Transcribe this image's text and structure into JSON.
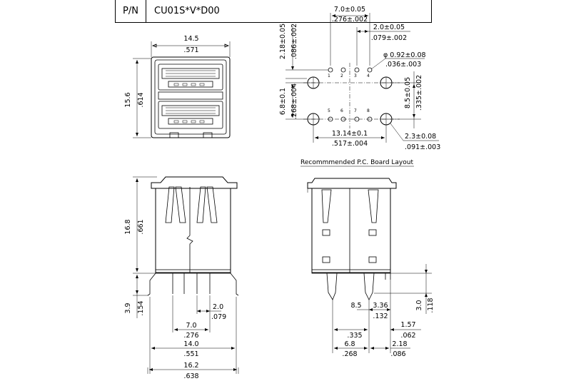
{
  "title_block": {
    "pn_label": "P/N",
    "pn_value": "CU01S*V*D00"
  },
  "front_view": {
    "width_mm": "14.5",
    "width_in": ".571",
    "height_mm": "15.6",
    "height_in": ".614"
  },
  "pcb_layout": {
    "pitch_total_mm": "7.0±0.05",
    "pitch_total_in": ".276±.002",
    "pin_pitch_mm": "2.0±0.05",
    "pin_pitch_in": ".079±.002",
    "row_offset_mm": "2.18±0.05",
    "row_offset_in": ".086±.002",
    "pin_hole_mm": "φ 0.92±0.08",
    "pin_hole_in": ".036±.003",
    "row_spacing_mm": "6.8±0.1",
    "row_spacing_in": ".268±.004",
    "shell_spacing_mm": "8.5±0.05",
    "shell_spacing_in": ".335±.002",
    "shell_pitch_mm": "13.14±0.1",
    "shell_pitch_in": ".517±.004",
    "shell_hole_mm": "2.3±0.08",
    "shell_hole_in": ".091±.003",
    "pins": [
      "1",
      "2",
      "3",
      "4",
      "5",
      "6",
      "7",
      "8"
    ],
    "caption": "Recommmended P.C. Board Layout"
  },
  "side_view": {
    "height_mm": "16.8",
    "height_in": ".661",
    "tail_mm": "3.9",
    "tail_in": ".154",
    "pin_pitch_mm": "2.0",
    "pin_pitch_in": ".079",
    "pin_span_mm": "7.0",
    "pin_span_in": ".276",
    "leg_span_mm": "14.0",
    "leg_span_in": ".551",
    "body_width_mm": "16.2",
    "body_width_in": ".638"
  },
  "end_view": {
    "offset_a_mm": "3.36",
    "offset_a_in": ".132",
    "span_mm": "8.5",
    "span_in": ".335",
    "offset_b_mm": "1.57",
    "offset_b_in": ".062",
    "outer_mm": "6.8",
    "outer_in": ".268",
    "outer_b_mm": "2.18",
    "outer_b_in": ".086",
    "tail_mm": "3.0",
    "tail_in": ".118"
  }
}
